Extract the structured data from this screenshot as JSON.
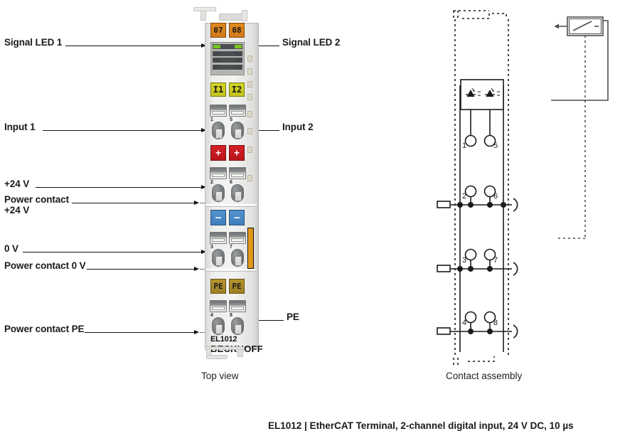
{
  "figure": {
    "caption": "EL1012 | EtherCAT Terminal, 2-channel digital input, 24 V DC, 10 µs",
    "view_left_caption": "Top view",
    "view_right_caption": "Contact assembly"
  },
  "labels_left": [
    {
      "id": "signal-led-1",
      "text": "Signal LED 1"
    },
    {
      "id": "input-1",
      "text": "Input 1"
    },
    {
      "id": "plus-24v",
      "text": "+24 V"
    },
    {
      "id": "power-contact-plus-24v-line1",
      "text": "Power contact"
    },
    {
      "id": "power-contact-plus-24v-line2",
      "text": "+24 V"
    },
    {
      "id": "zero-v",
      "text": "0 V"
    },
    {
      "id": "power-contact-0v",
      "text": "Power contact 0 V"
    },
    {
      "id": "power-contact-pe",
      "text": "Power contact PE"
    }
  ],
  "labels_right": [
    {
      "id": "signal-led-2",
      "text": "Signal LED 2"
    },
    {
      "id": "input-2",
      "text": "Input 2"
    },
    {
      "id": "pe",
      "text": "PE"
    }
  ],
  "terminal": {
    "model": "EL1012",
    "brand": "BECKHOFF",
    "top_markers": [
      "07",
      "08"
    ],
    "channel_markers": [
      "I1",
      "I2"
    ],
    "power_plus_markers": [
      "+",
      "+"
    ],
    "power_minus_markers": [
      "–",
      "–"
    ],
    "pe_markers": [
      "PE",
      "PE"
    ],
    "contact_numbers": [
      "1",
      "5",
      "2",
      "6",
      "3",
      "7",
      "4",
      "8"
    ],
    "led_rows": [
      {
        "left": "on",
        "right": "on"
      },
      {
        "left": "off",
        "right": "off"
      },
      {
        "left": "off",
        "right": "off"
      },
      {
        "left": "off",
        "right": "off"
      }
    ],
    "colors": {
      "marker_orange": "#d2791a",
      "marker_yellow_green": "#c9ca21",
      "power_plus_red": "#c51a21",
      "power_minus_blue": "#4886c6",
      "pe_olive": "#a98927",
      "led_green": "#7cc41f",
      "housing_grey": "#eeeeec",
      "lever_amber": "#e0960f"
    }
  },
  "assembly": {
    "contact_numbers": [
      "1",
      "5",
      "2",
      "6",
      "3",
      "7",
      "4",
      "8"
    ],
    "rails": [
      {
        "id": "rail-24v",
        "contacts": [
          "2",
          "6"
        ]
      },
      {
        "id": "rail-0v",
        "contacts": [
          "3",
          "7"
        ]
      },
      {
        "id": "rail-pe",
        "contacts": [
          "4",
          "8"
        ]
      }
    ],
    "input_contacts": [
      "1",
      "5"
    ],
    "optocoupler_count": 2
  }
}
